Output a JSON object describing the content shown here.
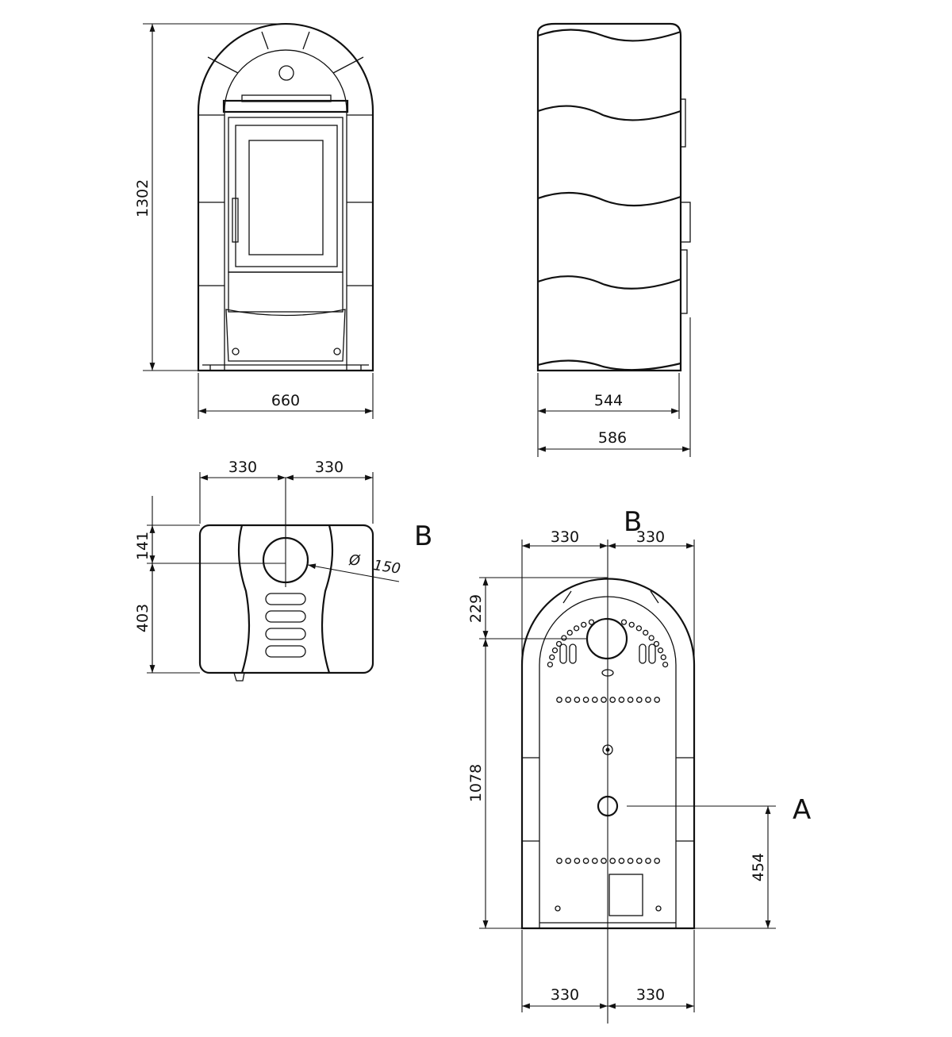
{
  "front_view": {
    "height_label": "1302",
    "width_label": "660"
  },
  "side_view": {
    "depth_inner_label": "544",
    "depth_total_label": "586"
  },
  "top_view": {
    "left_half_label": "330",
    "right_half_label": "330",
    "front_offset_label": "141",
    "rear_offset_label": "403",
    "diameter_symbol": "Ø",
    "diameter_label": "150",
    "outlet_label": "B"
  },
  "rear_view": {
    "top_left_label": "330",
    "top_right_label": "330",
    "outlet_label": "B",
    "top_offset_label": "229",
    "outlet_height_label": "1078",
    "inlet_label": "A",
    "inlet_height_label": "454",
    "bottom_left_label": "330",
    "bottom_right_label": "330"
  }
}
